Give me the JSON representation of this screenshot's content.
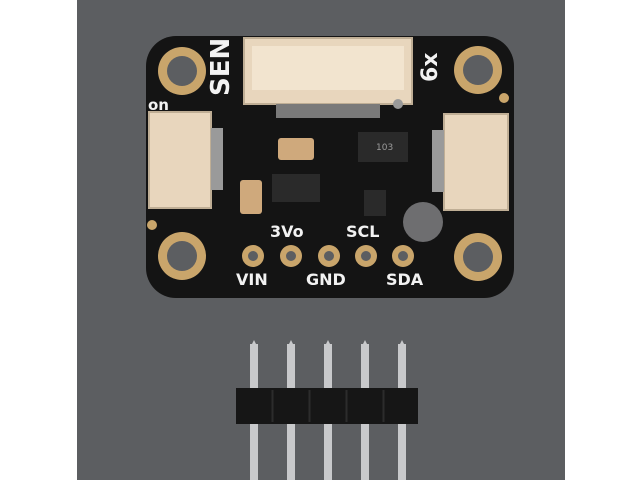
{
  "colors": {
    "background": "#5c5e61",
    "pcb": "#141414",
    "pad_gold": "#c9a56b",
    "connector": "#e8d6bd",
    "silkscreen": "#f2f2f2",
    "pin_metal": "#c8c9cb",
    "header_plastic": "#161616"
  },
  "board": {
    "title_sen": "SEN",
    "title_6x": "6x",
    "label_on": "on",
    "label_3vo": "3Vo",
    "label_scl": "SCL",
    "label_vin": "VIN",
    "label_gnd": "GND",
    "label_sda": "SDA",
    "chip_marking": "103"
  },
  "header_pins": {
    "count": 5
  }
}
